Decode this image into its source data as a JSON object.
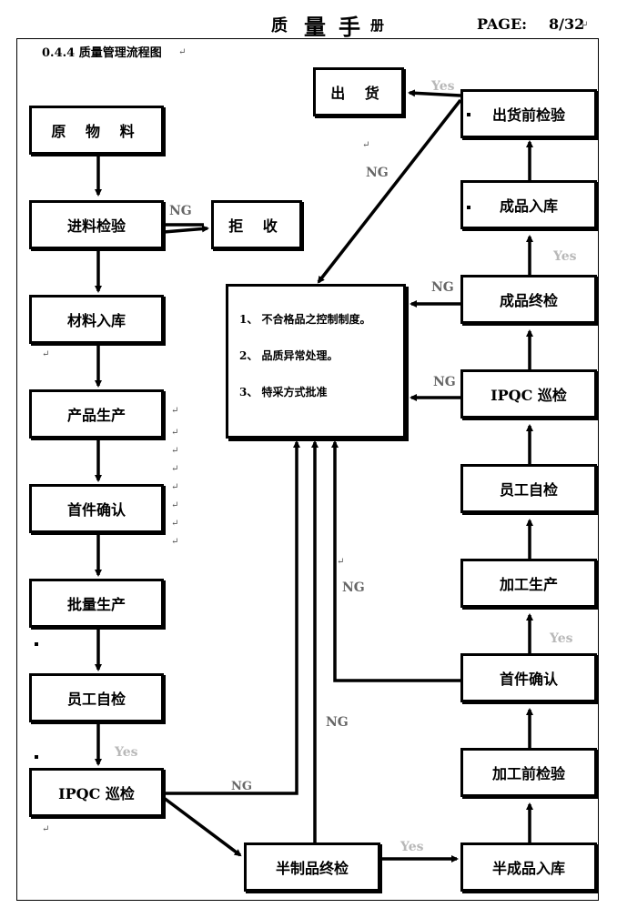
{
  "header": {
    "title_chars": [
      "质",
      "量",
      "手",
      "册"
    ],
    "page_label": "PAGE:",
    "page_number": "8/32"
  },
  "subtitle": "0.4.4 质量管理流程图",
  "left_flow": [
    {
      "id": "raw-material",
      "label": "原 物 料"
    },
    {
      "id": "incoming-inspection",
      "label": "进料检验"
    },
    {
      "id": "material-warehousing",
      "label": "材料入库"
    },
    {
      "id": "production",
      "label": "产品生产"
    },
    {
      "id": "first-article-confirm",
      "label": "首件确认"
    },
    {
      "id": "mass-production",
      "label": "批量生产"
    },
    {
      "id": "self-inspection",
      "label": "员工自检"
    },
    {
      "id": "ipqc-patrol",
      "label": "IPQC 巡检"
    }
  ],
  "reject_box": "拒 收",
  "semi_final_box": "半制品终检",
  "right_flow": [
    {
      "id": "semi-warehousing",
      "label": "半成品入库"
    },
    {
      "id": "pre-processing-inspection",
      "label": "加工前检验"
    },
    {
      "id": "first-article-confirm-2",
      "label": "首件确认"
    },
    {
      "id": "processing-production",
      "label": "加工生产"
    },
    {
      "id": "self-inspection-2",
      "label": "员工自检"
    },
    {
      "id": "ipqc-patrol-2",
      "label": "IPQC 巡检"
    },
    {
      "id": "final-inspection",
      "label": "成品终检"
    },
    {
      "id": "finished-warehousing",
      "label": "成品入库"
    },
    {
      "id": "pre-shipment-inspection",
      "label": "出货前检验"
    }
  ],
  "shipment_box": "出 货",
  "control_box": {
    "items": [
      "1、 不合格品之控制制度。",
      "2、 品质异常处理。",
      "3、 特采方式批准"
    ]
  },
  "edge_labels": {
    "ng": "NG",
    "yes": "Yes"
  }
}
